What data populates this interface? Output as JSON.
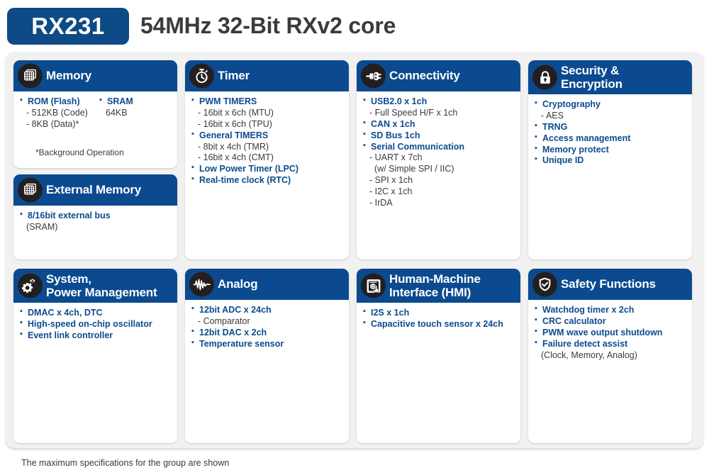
{
  "header": {
    "chip_name": "RX231",
    "subtitle": "54MHz 32-Bit RXv2 core"
  },
  "footer": {
    "note": "The maximum specifications for the group are shown"
  },
  "colors": {
    "header_blue": "#0b4a8f",
    "badge_blue": "#0e4a85",
    "spec_blue": "#0d4b8f",
    "icon_black": "#231f20",
    "panel_gray": "#f1f1f1",
    "card_white": "#ffffff"
  },
  "cards": [
    {
      "id": "memory",
      "title_line1": "Memory",
      "title_line2": "",
      "icon": "memory-chip-icon",
      "column": 0,
      "layout": "two-column",
      "col_a": [
        {
          "text": "ROM (Flash)",
          "type": "spec"
        },
        {
          "text": "- 512KB (Code)",
          "type": "sub"
        },
        {
          "text": "- 8KB (Data)*",
          "type": "sub"
        }
      ],
      "col_b": [
        {
          "text": "SRAM",
          "type": "spec"
        },
        {
          "text": "64KB",
          "type": "sub"
        }
      ],
      "note": "*Background Operation"
    },
    {
      "id": "timer",
      "title_line1": "Timer",
      "title_line2": "",
      "icon": "stopwatch-icon",
      "column": 1,
      "layout": "list",
      "items": [
        {
          "text": "PWM TIMERS",
          "type": "spec"
        },
        {
          "text": "- 16bit x 6ch (MTU)",
          "type": "sub"
        },
        {
          "text": "- 16bit x 6ch (TPU)",
          "type": "sub"
        },
        {
          "text": "General TIMERS",
          "type": "spec"
        },
        {
          "text": "- 8bit x 4ch (TMR)",
          "type": "sub"
        },
        {
          "text": "- 16bit x 4ch (CMT)",
          "type": "sub"
        },
        {
          "text": "Low Power Timer (LPC)",
          "type": "spec"
        },
        {
          "text": "Real-time clock (RTC)",
          "type": "spec"
        }
      ]
    },
    {
      "id": "connectivity",
      "title_line1": "Connectivity",
      "title_line2": "",
      "icon": "plug-connector-icon",
      "column": 2,
      "layout": "list",
      "items": [
        {
          "text": "USB2.0 x 1ch",
          "type": "spec"
        },
        {
          "text": "- Full Speed H/F x 1ch",
          "type": "sub"
        },
        {
          "text": "CAN x 1ch",
          "type": "spec"
        },
        {
          "text": "SD Bus 1ch",
          "type": "spec"
        },
        {
          "text": "Serial Communication",
          "type": "spec"
        },
        {
          "text": "- UART x 7ch",
          "type": "sub"
        },
        {
          "text": "(w/ Simple SPI / IIC)",
          "type": "sub-deep"
        },
        {
          "text": "- SPI x 1ch",
          "type": "sub"
        },
        {
          "text": "- I2C x 1ch",
          "type": "sub"
        },
        {
          "text": "- IrDA",
          "type": "sub"
        }
      ]
    },
    {
      "id": "security",
      "title_line1": "Security &",
      "title_line2": "Encryption",
      "icon": "lock-icon",
      "column": 3,
      "layout": "list",
      "items": [
        {
          "text": "Cryptography",
          "type": "spec"
        },
        {
          "text": "- AES",
          "type": "sub"
        },
        {
          "text": "TRNG",
          "type": "spec"
        },
        {
          "text": "Access management",
          "type": "spec"
        },
        {
          "text": "Memory protect",
          "type": "spec"
        },
        {
          "text": "Unique ID",
          "type": "spec"
        }
      ]
    },
    {
      "id": "external-memory",
      "title_line1": "External Memory",
      "title_line2": "",
      "icon": "memory-chip-icon",
      "column": 0,
      "layout": "list",
      "items": [
        {
          "text": "8/16bit external bus",
          "type": "spec"
        },
        {
          "text": "(SRAM)",
          "type": "sub"
        }
      ]
    },
    {
      "id": "system-power",
      "title_line1": "System,",
      "title_line2": "Power Management",
      "icon": "gears-icon",
      "column": 0,
      "layout": "list",
      "items": [
        {
          "text": "DMAC x 4ch, DTC",
          "type": "spec"
        },
        {
          "text": "High-speed on-chip oscillator",
          "type": "spec"
        },
        {
          "text": "Event link controller",
          "type": "spec"
        }
      ]
    },
    {
      "id": "analog",
      "title_line1": "Analog",
      "title_line2": "",
      "icon": "waveform-icon",
      "column": 1,
      "layout": "list",
      "items": [
        {
          "text": "12bit  ADC x 24ch",
          "type": "spec"
        },
        {
          "text": "- Comparator",
          "type": "sub"
        },
        {
          "text": "12bit DAC x 2ch",
          "type": "spec"
        },
        {
          "text": "Temperature sensor",
          "type": "spec"
        }
      ]
    },
    {
      "id": "hmi",
      "title_line1": "Human-Machine",
      "title_line2": "Interface (HMI)",
      "icon": "touchscreen-icon",
      "column": 2,
      "layout": "list",
      "items": [
        {
          "text": "I2S x 1ch",
          "type": "spec"
        },
        {
          "text": "Capacitive touch sensor x 24ch",
          "type": "spec"
        }
      ]
    },
    {
      "id": "safety",
      "title_line1": "Safety Functions",
      "title_line2": "",
      "icon": "shield-check-icon",
      "column": 3,
      "layout": "list",
      "items": [
        {
          "text": "Watchdog timer x 2ch",
          "type": "spec"
        },
        {
          "text": "CRC calculator",
          "type": "spec"
        },
        {
          "text": "PWM wave output shutdown",
          "type": "spec"
        },
        {
          "text": "Failure detect assist",
          "type": "spec"
        },
        {
          "text": "(Clock, Memory, Analog)",
          "type": "sub"
        }
      ]
    }
  ]
}
